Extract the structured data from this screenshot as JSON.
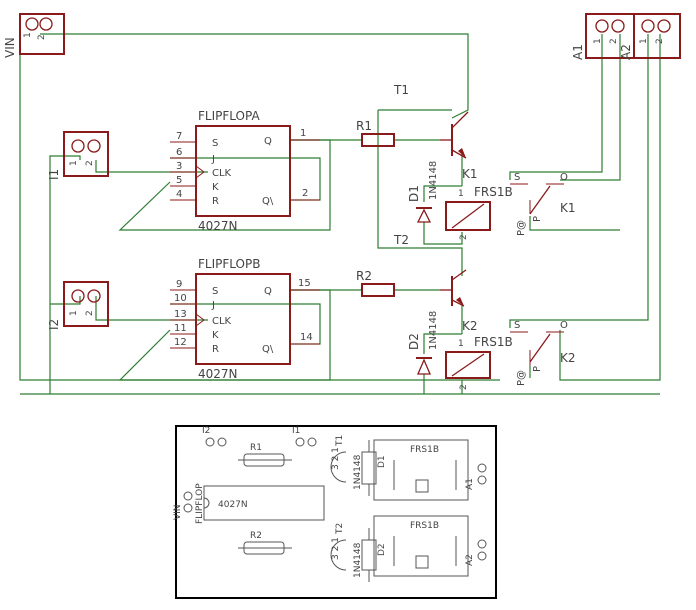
{
  "schematic": {
    "connectors": {
      "vin": {
        "name": "VIN",
        "pin1": "1",
        "pin2": "2"
      },
      "i1": {
        "name": "I1",
        "pin1": "1",
        "pin2": "2"
      },
      "i2": {
        "name": "I2",
        "pin1": "1",
        "pin2": "2"
      },
      "a1": {
        "name": "A1",
        "pin1": "1",
        "pin2": "2"
      },
      "a2": {
        "name": "A2",
        "pin1": "1",
        "pin2": "2"
      }
    },
    "flipflop_a": {
      "name": "FLIPFLOPA",
      "part": "4027N",
      "pins_left": [
        {
          "num": "7",
          "label": "S"
        },
        {
          "num": "6",
          "label": "J"
        },
        {
          "num": "3",
          "label": "CLK"
        },
        {
          "num": "5",
          "label": "K"
        },
        {
          "num": "4",
          "label": "R"
        }
      ],
      "pins_right": [
        {
          "num": "1",
          "label": "Q"
        },
        {
          "num": "2",
          "label": "Q\\"
        }
      ]
    },
    "flipflop_b": {
      "name": "FLIPFLOPB",
      "part": "4027N",
      "pins_left": [
        {
          "num": "9",
          "label": "S"
        },
        {
          "num": "10",
          "label": "J"
        },
        {
          "num": "13",
          "label": "CLK"
        },
        {
          "num": "11",
          "label": "K"
        },
        {
          "num": "12",
          "label": "R"
        }
      ],
      "pins_right": [
        {
          "num": "15",
          "label": "Q"
        },
        {
          "num": "14",
          "label": "Q\\"
        }
      ]
    },
    "r1": "R1",
    "r2": "R2",
    "t1": "T1",
    "t2": "T2",
    "d1": {
      "name": "D1",
      "value": "1N4148"
    },
    "d2": {
      "name": "D2",
      "value": "1N4148"
    },
    "k1": {
      "name": "K1",
      "coil_value": "FRS1B",
      "coil_pin1": "1",
      "coil_pin2": "2",
      "switch_s": "S",
      "switch_o": "O",
      "switch_p": "P",
      "switch_pa": "P@"
    },
    "k2": {
      "name": "K2",
      "coil_value": "FRS1B",
      "coil_pin1": "1",
      "coil_pin2": "2",
      "switch_s": "S",
      "switch_o": "O",
      "switch_p": "P",
      "switch_pa": "P@"
    }
  },
  "board": {
    "i2": "I2",
    "i1": "I1",
    "r1": "R1",
    "r2": "R2",
    "t1": "T1",
    "t2": "T2",
    "d1": "D1",
    "d2": "D2",
    "flipflop": "FLIPFLOP",
    "ic": "4027N",
    "vin": "VIN",
    "relay1": "FRS1B",
    "relay2": "FRS1B",
    "diode1": "1N4148",
    "diode2": "1N4148",
    "a1": "A1",
    "a2": "A2",
    "t_pins": "3 2 1"
  },
  "colors": {
    "wire": "#2e7d32",
    "component": "#8b1a1a",
    "board_outline": "#000000",
    "board_silk": "#555555"
  }
}
